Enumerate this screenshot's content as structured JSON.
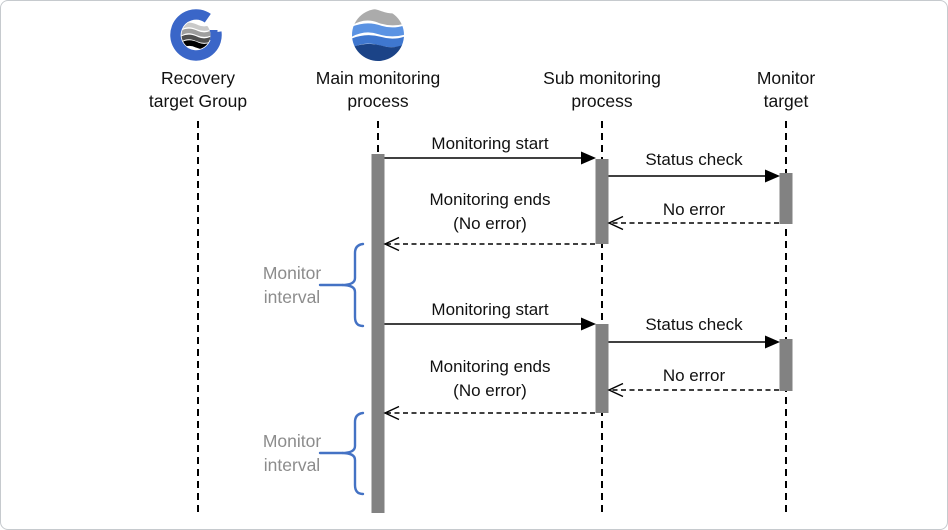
{
  "diagram_type": "sequence-diagram",
  "actors": [
    {
      "name": "Recovery target Group",
      "line1": "Recovery",
      "line2": "target Group",
      "icon": "globe-g-icon"
    },
    {
      "name": "Main monitoring process",
      "line1": "Main monitoring",
      "line2": "process",
      "icon": "wave-sphere-icon"
    },
    {
      "name": "Sub monitoring process",
      "line1": "Sub monitoring",
      "line2": "process",
      "icon": null
    },
    {
      "name": "Monitor target",
      "line1": "Monitor",
      "line2": "target",
      "icon": null
    }
  ],
  "messages": {
    "cycle1": {
      "monitoring_start": "Monitoring start",
      "status_check": "Status check",
      "no_error": "No error",
      "monitoring_ends_line1": "Monitoring ends",
      "monitoring_ends_line2": "(No error)"
    },
    "cycle2": {
      "monitoring_start": "Monitoring start",
      "status_check": "Status check",
      "no_error": "No error",
      "monitoring_ends_line1": "Monitoring ends",
      "monitoring_ends_line2": "(No error)"
    }
  },
  "intervals": {
    "interval1": {
      "line1": "Monitor",
      "line2": "interval"
    },
    "interval2": {
      "line1": "Monitor",
      "line2": "interval"
    }
  },
  "colors": {
    "activation_bar": "#828282",
    "lifeline": "#000000",
    "arrow": "#000000",
    "brace_blue": "#4472C4",
    "interval_text": "#8c8c8c",
    "frame_border": "#c6cace",
    "logo_blue": "#3A66C8",
    "sphere_gray": "#ABABAB",
    "sphere_blue_mid": "#5B93E3",
    "sphere_blue_deep": "#3F77CF",
    "sphere_navy": "#1B4387"
  }
}
